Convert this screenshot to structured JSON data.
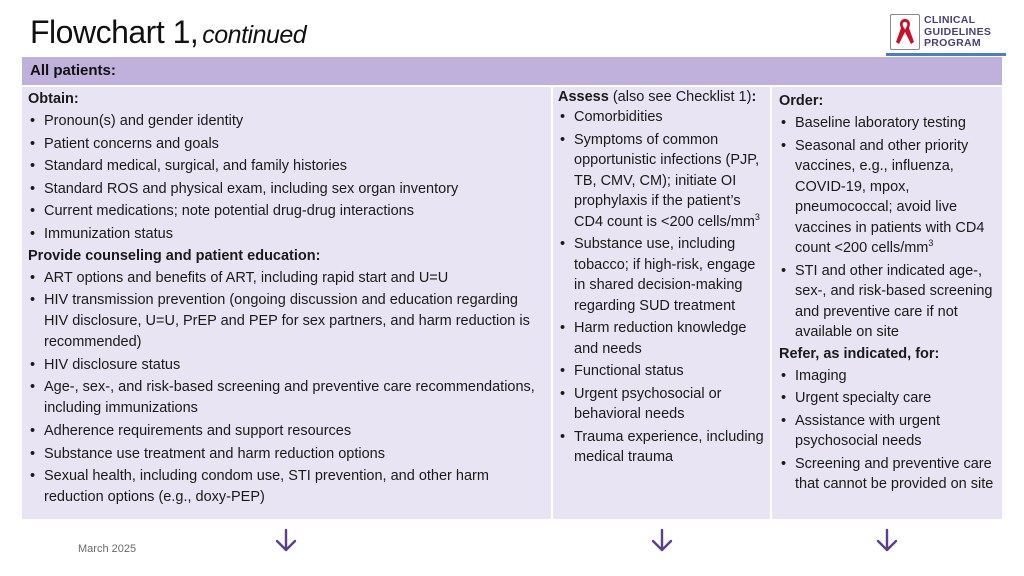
{
  "title": {
    "main": "Flowchart 1,",
    "sub": "continued"
  },
  "logo": {
    "lines": [
      "CLINICAL",
      "GUIDELINES",
      "PROGRAM"
    ]
  },
  "header": {
    "label": "All patients:"
  },
  "col1": {
    "heading_obtain": "Obtain:",
    "obtain_items": [
      "Pronoun(s) and gender identity",
      "Patient concerns and goals",
      "Standard medical, surgical, and family histories",
      "Standard ROS and physical exam, including sex organ inventory",
      "Current medications; note potential drug-drug interactions",
      "Immunization status"
    ],
    "heading_counsel": "Provide counseling and patient education:",
    "counsel_items": [
      "ART options and benefits of ART, including rapid start and U=U",
      "HIV transmission prevention (ongoing discussion and education regarding HIV disclosure, U=U, PrEP and PEP for sex partners, and harm reduction is recommended)",
      "HIV disclosure status",
      "Age-, sex-, and risk-based screening and preventive care recommendations, including immunizations",
      "Adherence requirements and support resources",
      "Substance use treatment and harm reduction options",
      "Sexual health, including condom use, STI prevention, and other harm reduction options (e.g., doxy-PEP)"
    ]
  },
  "col2": {
    "heading_bold": "Assess",
    "heading_rest": " (also see Checklist 1)",
    "heading_colon": ":",
    "items": [
      "Comorbidities",
      "Symptoms of common opportunistic infections (PJP, TB, CMV, CM); initiate OI prophylaxis if the patient’s CD4 count is <200 cells/mm",
      "Substance use, including tobacco; if high-risk, engage in shared decision-making regarding SUD treatment",
      "Harm reduction knowledge and needs",
      "Functional status",
      "Urgent psychosocial or behavioral needs",
      "Trauma experience, including medical trauma"
    ],
    "superscript": "3"
  },
  "col3": {
    "heading_order": "Order:",
    "order_items": [
      "Baseline laboratory testing",
      "Seasonal and other priority vaccines, e.g., influenza, COVID-19, mpox, pneumococcal; avoid live vaccines in patients with CD4 count <200 cells/mm",
      "STI and other indicated age-, sex-, and risk-based screening and preventive care if not available on site"
    ],
    "superscript": "3",
    "heading_refer": "Refer, as indicated, for:",
    "refer_items": [
      "Imaging",
      "Urgent specialty care",
      "Assistance with urgent psychosocial needs",
      "Screening and preventive care that cannot be provided on site"
    ]
  },
  "footer": {
    "date": "March 2025"
  },
  "colors": {
    "header": "#bfb1dc",
    "panel": "#e8e4f3",
    "logo_text": "#4a3f78",
    "ribbon": "#c8102e",
    "arrow": "#5b3f8c"
  }
}
